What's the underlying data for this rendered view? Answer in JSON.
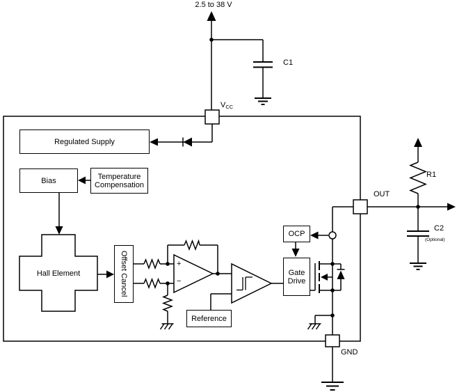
{
  "power": {
    "supply_range": "2.5 to 38 V",
    "c1_label": "C1"
  },
  "pins": {
    "vcc_base": "V",
    "vcc_sub": "CC",
    "out_label": "OUT",
    "gnd_label": "GND"
  },
  "blocks": {
    "regulated_supply": "Regulated Supply",
    "bias": "Bias",
    "temp_comp": "Temperature Compensation",
    "hall_element": "Hall Element",
    "offset_cancel": "Offset Cancel",
    "reference": "Reference",
    "gate_drive": "Gate Drive",
    "ocp": "OCP"
  },
  "amplifier": {
    "plus": "+",
    "minus": "−"
  },
  "output_network": {
    "r1_label": "R1",
    "c2_label": "C2",
    "c2_note": "(Optional)"
  },
  "colors": {
    "line": "#000000",
    "background": "#ffffff"
  }
}
